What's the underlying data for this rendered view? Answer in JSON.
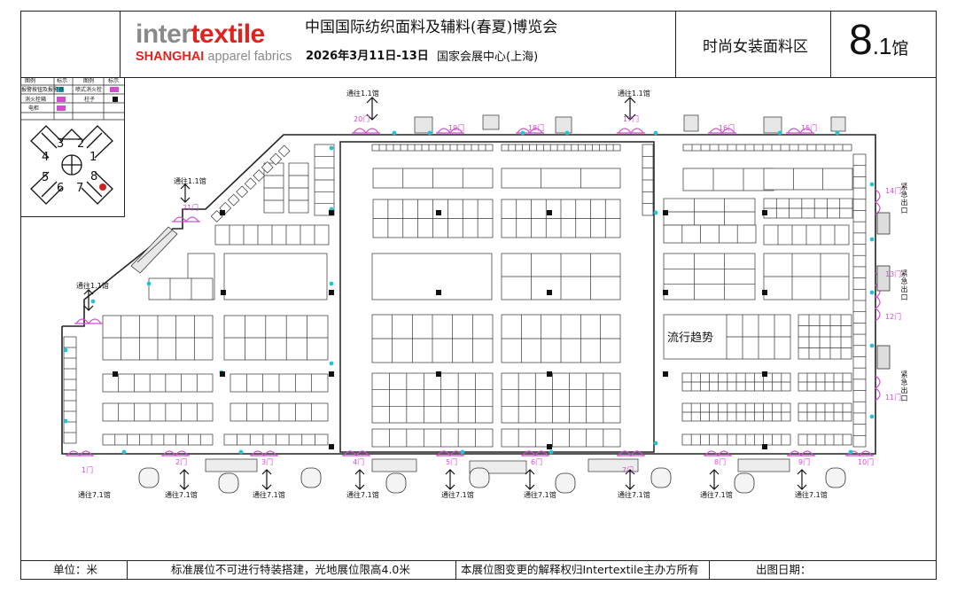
{
  "header": {
    "logo": {
      "inter": "inter",
      "textile": "textile",
      "shanghai": "SHANGHAI",
      "apparel": "apparel fabrics"
    },
    "title": "中国国际纺织面料及辅料(春夏)博览会",
    "date": "2026年3月11日-13日",
    "venue": "国家会展中心(上海)",
    "zone": "时尚女装面料区",
    "hall": {
      "main": "8",
      "sub": ".1",
      "suffix": "馆"
    }
  },
  "legend": {
    "headers": [
      "图例",
      "标示",
      "图例",
      "标示"
    ],
    "items": [
      "报警按钮及报警器",
      "喷式消火栓",
      "消火栓箱",
      "柱子",
      "电柜"
    ],
    "hall_numbers": [
      "1",
      "2",
      "3",
      "4",
      "5",
      "6",
      "7",
      "8"
    ]
  },
  "map": {
    "to_hall_1_1": "通往1.1馆",
    "to_hall_7_1": "通往7.1馆",
    "trend_area": "流行趋势",
    "emergency_exit": "紧急出口",
    "gates_top": [
      "20门",
      "19门",
      "18门",
      "17门",
      "16门",
      "15门"
    ],
    "gates_left": [
      "21门"
    ],
    "gates_right": [
      "14门",
      "13门",
      "12门",
      "11门"
    ],
    "gates_bottom": [
      "1门",
      "2门",
      "3门",
      "4门",
      "5门",
      "6门",
      "7门",
      "8门",
      "9门",
      "10门"
    ]
  },
  "footer": {
    "unit": "单位：米",
    "rule": "标准展位不可进行特装搭建，光地展位限高4.0米",
    "rights": "本展位图变更的解释权归Intertextile主办方所有",
    "date_label": "出图日期："
  },
  "colors": {
    "brand_red": "#e0231f",
    "brand_grey": "#8a8a8a",
    "gate_magenta": "#d24cd2",
    "marker_cyan": "#22c3d6"
  }
}
